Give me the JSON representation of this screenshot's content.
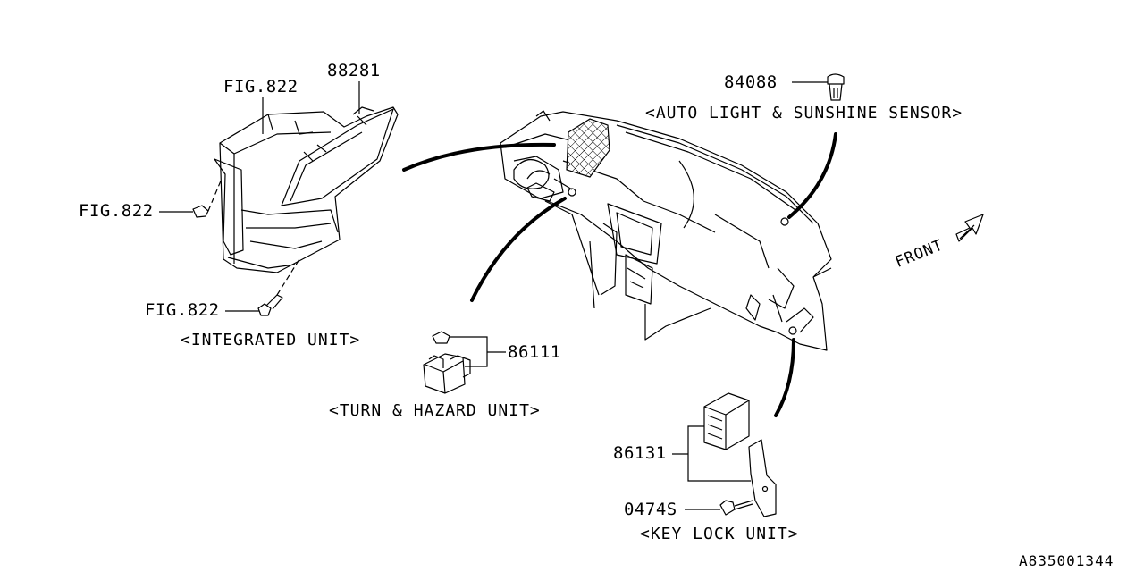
{
  "diagram": {
    "integrated_unit": {
      "part_number": "88281",
      "ref_top": "FIG.822",
      "ref_left": "FIG.822",
      "ref_bottom": "FIG.822",
      "caption": "<INTEGRATED UNIT>"
    },
    "turn_hazard_unit": {
      "part_number": "86111",
      "caption": "<TURN & HAZARD UNIT>"
    },
    "sensor": {
      "part_number": "84088",
      "caption": "<AUTO LIGHT & SUNSHINE SENSOR>"
    },
    "key_lock_unit": {
      "part_number": "86131",
      "bolt_number": "0474S",
      "caption": "<KEY LOCK UNIT>"
    },
    "front_label": "FRONT",
    "drawing_code": "A835001344"
  }
}
